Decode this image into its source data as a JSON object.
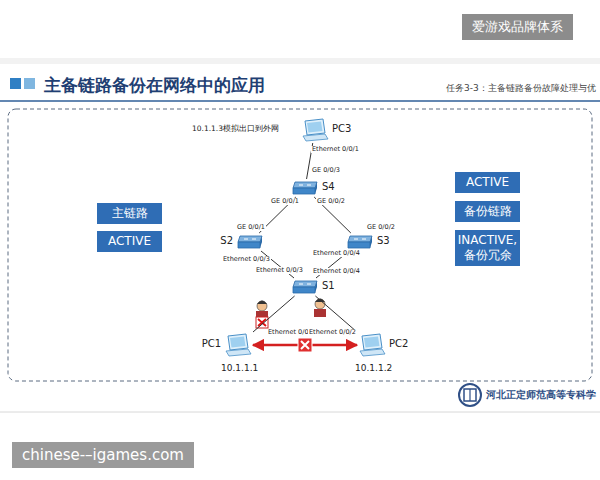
{
  "diagram": {
    "title": "主备链路备份在网络中的应用",
    "nodes": [
      {
        "text": [
          "PC3"
        ]
      },
      {
        "text": [
          "ACTIVE"
        ]
      },
      {
        "text": [
          "S4"
        ]
      },
      {
        "text": [
          "主链路"
        ]
      },
      {
        "text": [
          "备份链路"
        ]
      },
      {
        "text": [
          "ACTIVE"
        ]
      },
      {
        "text": [
          "S2"
        ]
      },
      {
        "text": [
          "S3"
        ]
      },
      {
        "text": [
          "INACTIVE, 备份冗余"
        ]
      },
      {
        "text": [
          "S1"
        ]
      },
      {
        "text": [
          "PC1"
        ]
      },
      {
        "text": [
          "PC2"
        ]
      }
    ],
    "edges": [
      {
        "from": 0,
        "to": 2,
        "arrow": "none"
      },
      {
        "from": 2,
        "to": 6,
        "arrow": "none"
      },
      {
        "from": 2,
        "to": 7,
        "arrow": "none"
      },
      {
        "from": 6,
        "to": 9,
        "arrow": "none"
      },
      {
        "from": 7,
        "to": 9,
        "arrow": "none"
      },
      {
        "from": 9,
        "to": 10,
        "arrow": "none"
      },
      {
        "from": 9,
        "to": 11,
        "arrow": "none"
      },
      {
        "from": 10,
        "to": 11,
        "arrow": "both"
      }
    ],
    "labels": [
      "爱游戏品牌体系",
      "任务3-3：主备链路备份故障处理与优",
      "10.1.1.3模拟出口到外网",
      "Ethernet 0/0/1",
      "GE 0/0/3",
      "GE 0/0/1",
      "GE 0/0/2",
      "GE 0/0/1",
      "GE 0/0/2",
      "Ethernet 0/0/3",
      "Ethernet 0/0/4",
      "Ethernet 0/0/3",
      "Ethernet 0/0/4",
      "Ethernet 0/0/1",
      "Ethernet 0/0/2",
      "10.1.1.1",
      "10.1.1.2",
      "河北正定师范高等专科学",
      "chinese-–igames.com"
    ]
  }
}
